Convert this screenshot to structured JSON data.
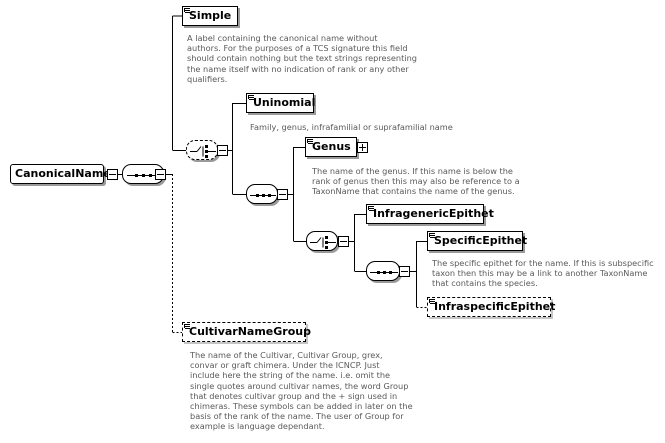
{
  "root": {
    "name": "CanonicalName"
  },
  "nodes": {
    "simple": {
      "name": "Simple",
      "doc": "A label containing the canonical name without\nauthors. For the purposes of a TCS signature this field\nshould contain nothing but the text strings representing\nthe name itself with no indication of rank or any other\nqualifiers."
    },
    "uninomial": {
      "name": "Uninomial",
      "doc": "Family, genus, infrafamilial or suprafamilial name"
    },
    "genus": {
      "name": "Genus",
      "doc": "The name of the genus. If this name is below the\nrank of genus then this may also be reference to a\nTaxonName that contains the name of the genus."
    },
    "infragenericEpithet": {
      "name": "InfragenericEpithet"
    },
    "specificEpithet": {
      "name": "SpecificEpithet",
      "doc": "The specific epithet for the name. If this is subspecific\ntaxon then this may be a link to another TaxonName\nthat contains the species."
    },
    "infraspecificEpithet": {
      "name": "InfraspecificEpithet"
    },
    "cultivarNameGroup": {
      "name": "CultivarNameGroup",
      "doc": "The name of the Cultivar, Cultivar Group, grex,\nconvar or graft chimera. Under the ICNCP. Just\ninclude here the string of the name. i.e. omit the\nsingle quotes around cultivar names, the word Group\nthat denotes cultivar group and the + sign used in\nchimeras. These symbols can be added in later on the\nbasis of the rank of the name. The user of Group for\nexample is language dependant."
    }
  }
}
